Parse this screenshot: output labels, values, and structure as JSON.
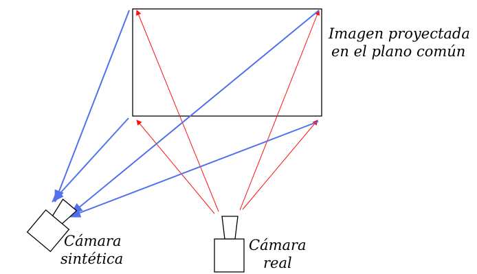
{
  "labels": {
    "projected_line1": "Imagen proyectada",
    "projected_line2": "en el plano común",
    "synthetic_line1": "Cámara",
    "synthetic_line2": "sintética",
    "real_line1": "Cámara",
    "real_line2": "real"
  },
  "colors": {
    "real_rays": "#ff1010",
    "synthetic_rays": "#5070ee",
    "outline": "#000000"
  }
}
